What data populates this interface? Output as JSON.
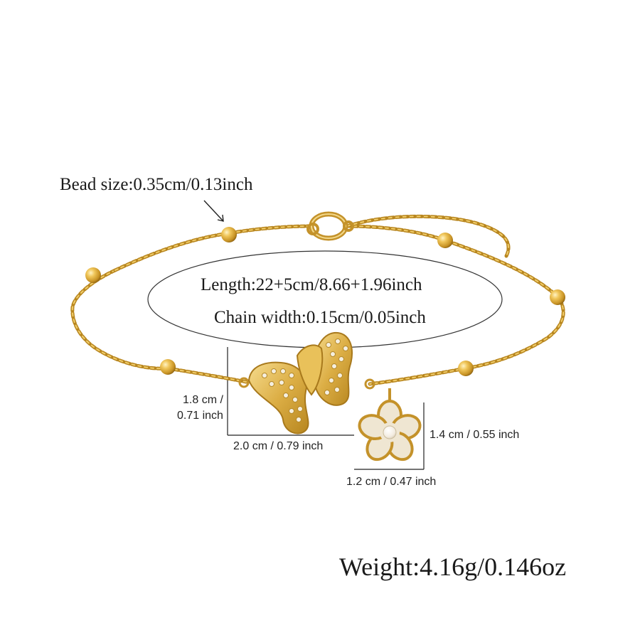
{
  "product_image": {
    "bead_size_text": "Bead size:0.35cm/0.13inch",
    "length_text": "Length:22+5cm/8.66+1.96inch",
    "chain_width_text": "Chain width:0.15cm/0.05inch",
    "weight_text": "Weight:4.16g/0.146oz",
    "butterfly_height_cm": "1.8 cm /",
    "butterfly_height_inch": "0.71 inch",
    "butterfly_width_text": "2.0 cm / 0.79 inch",
    "flower_height_text": "1.4 cm / 0.55 inch",
    "flower_width_text": "1.2 cm / 0.47 inch",
    "colors": {
      "gold": "#d9a93a",
      "gold_dark": "#a8791c",
      "gold_light": "#f3d889",
      "enamel": "#efe6d2",
      "pearl": "#f7f2ea"
    }
  }
}
